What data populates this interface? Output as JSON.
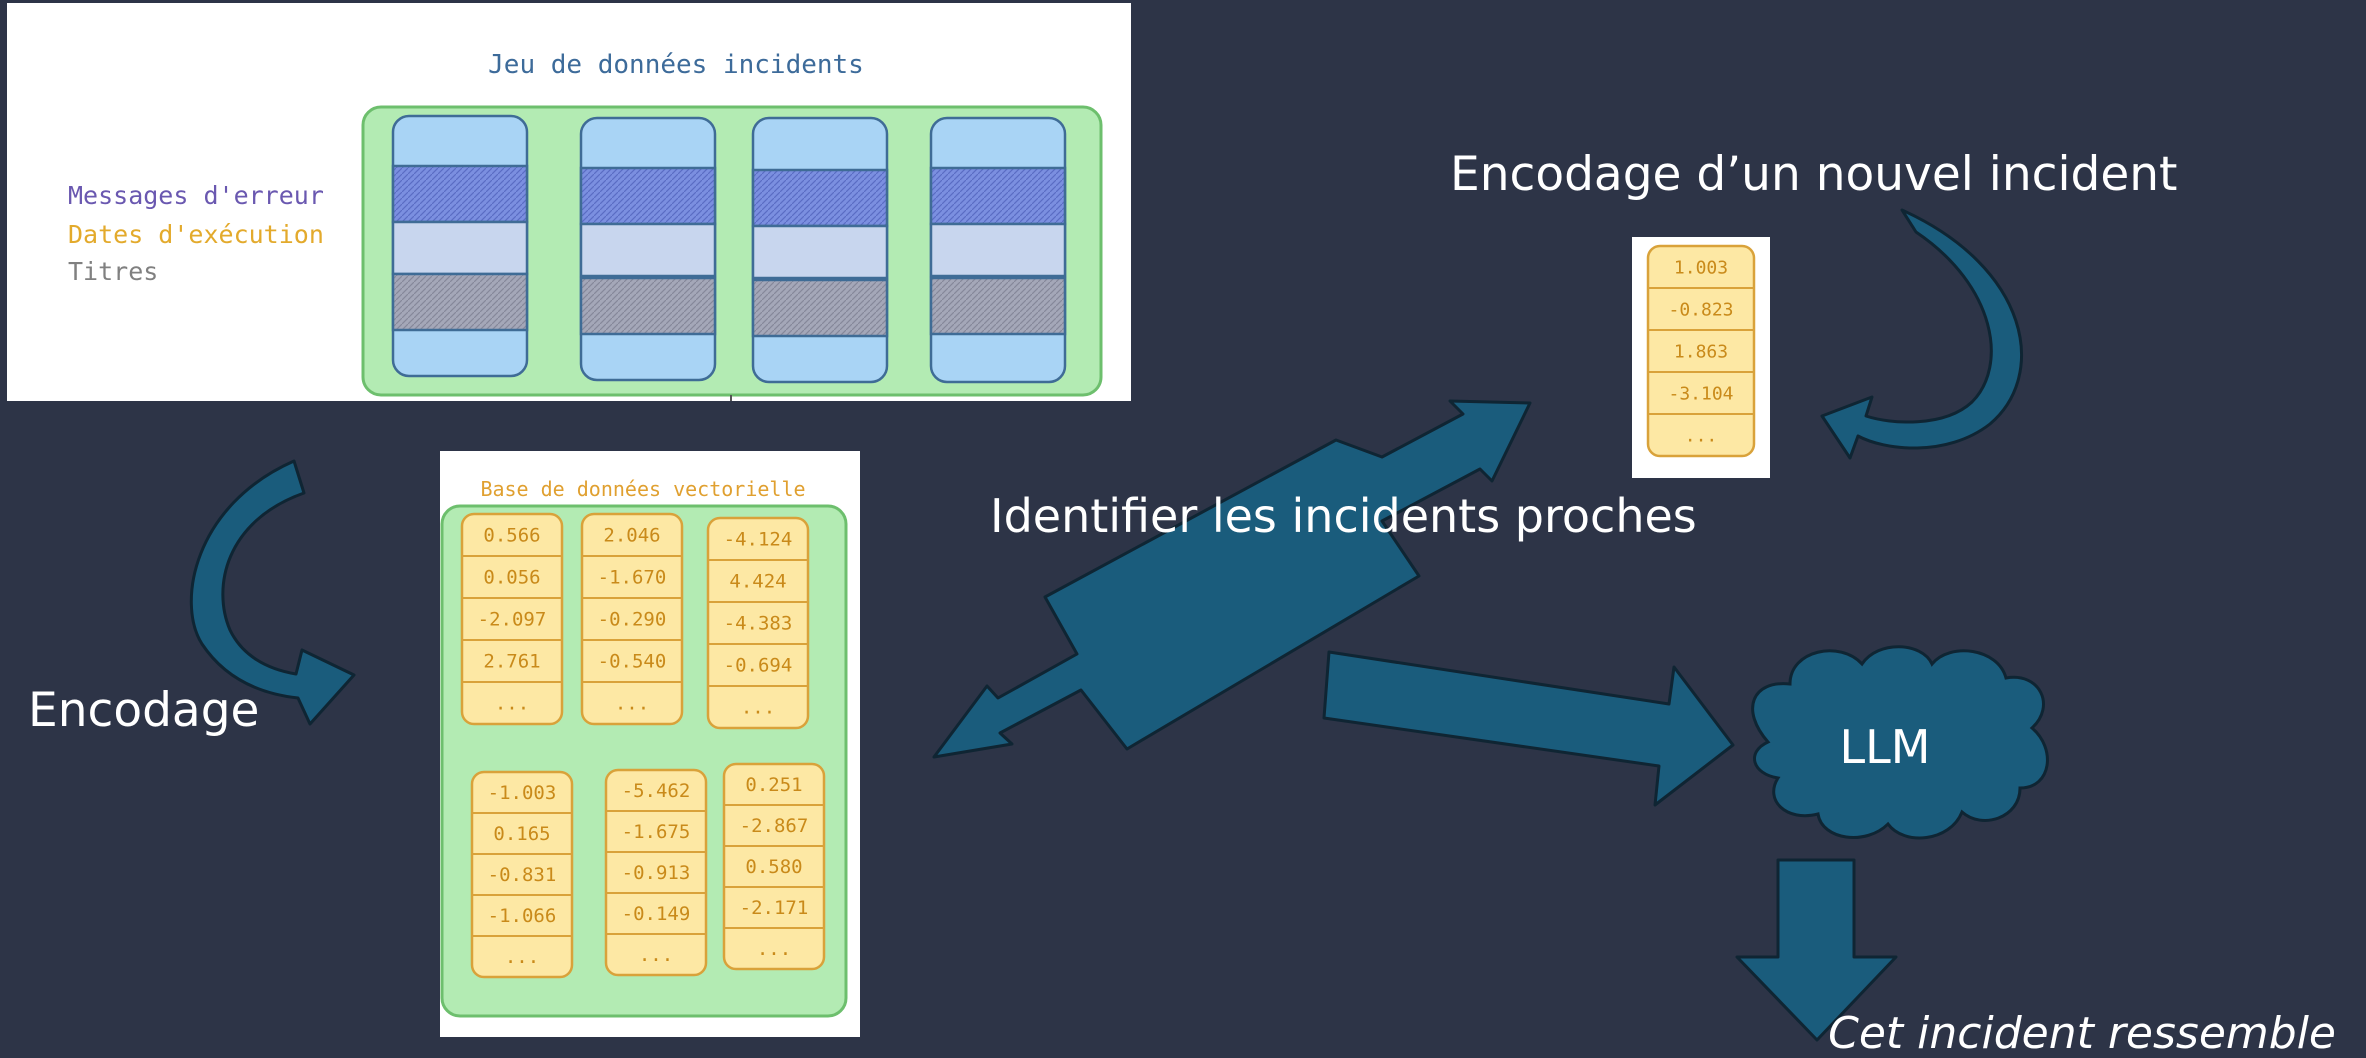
{
  "dataset": {
    "title": "Jeu de données incidents",
    "legend": [
      {
        "label": "Messages d'erreur",
        "color": "#7b68b8"
      },
      {
        "label": "Dates d'exécution",
        "color": "#e8b23a"
      },
      {
        "label": "Titres",
        "color": "#8a8a8a"
      }
    ]
  },
  "vector_db": {
    "title": "Base de données vectorielle",
    "columns": [
      [
        "0.566",
        "0.056",
        "-2.097",
        "2.761",
        "..."
      ],
      [
        "2.046",
        "-1.670",
        "-0.290",
        "-0.540",
        "..."
      ],
      [
        "-4.124",
        "4.424",
        "-4.383",
        "-0.694",
        "..."
      ],
      [
        "-1.003",
        "0.165",
        "-0.831",
        "-1.066",
        "..."
      ],
      [
        "-5.462",
        "-1.675",
        "-0.913",
        "-0.149",
        "..."
      ],
      [
        "0.251",
        "-2.867",
        "0.580",
        "-2.171",
        "..."
      ]
    ]
  },
  "new_incident": {
    "title": "Encodage d’un nouvel incident",
    "vector": [
      "1.003",
      "-0.823",
      "1.863",
      "-3.104",
      "..."
    ]
  },
  "labels": {
    "encoding": "Encodage",
    "identify": "Identifier les incidents proches",
    "llm": "LLM",
    "result": "Cet incident ressemble"
  },
  "colors": {
    "background": "#2d3447",
    "arrow": "#1a5c7c",
    "arrow_outline": "#0f2533",
    "panel_green": "#b3ebb3",
    "cell_blue": "#a9d4f5",
    "cell_yellow": "#fde8a4",
    "text_light": "#ffffff"
  }
}
